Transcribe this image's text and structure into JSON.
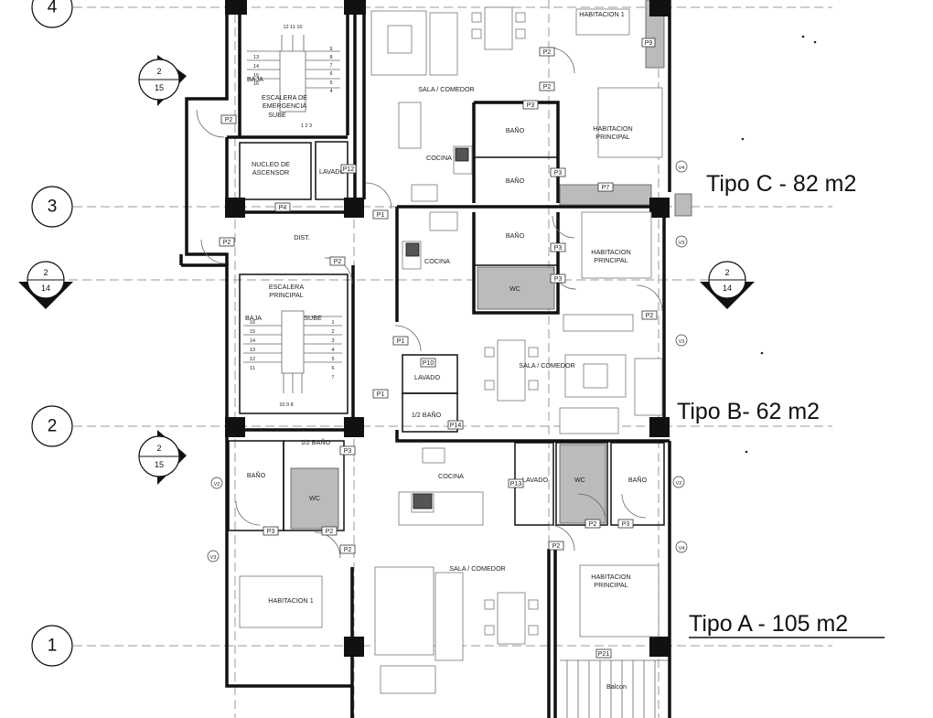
{
  "grid_axes": [
    "4",
    "3",
    "2",
    "1"
  ],
  "section_marks": [
    {
      "top": "2",
      "bottom": "15"
    },
    {
      "top": "2",
      "bottom": "14"
    },
    {
      "top": "2",
      "bottom": "14"
    },
    {
      "top": "2",
      "bottom": "15"
    }
  ],
  "unit_labels": {
    "tipo_c": "Tipo C - 82 m2",
    "tipo_b": "Tipo B- 62 m2",
    "tipo_a": "Tipo A - 105 m2"
  },
  "rooms": {
    "habitacion_1_top": "HABITACION 1",
    "sala_comedor_top": "SALA / COMEDOR",
    "bano_c1": "BAÑO",
    "bano_c2": "BAÑO",
    "habitacion_principal_c": [
      "HABITACION",
      "PRINCIPAL"
    ],
    "cocina_c": "COCINA",
    "escalera_emergencia": [
      "ESCALERA DE",
      "EMERGENCIA"
    ],
    "baja_emergencia": "BAJA",
    "sube_emergencia": "SUBE",
    "nucleo_ascensor": [
      "NUCLEO DE",
      "ASCENSOR"
    ],
    "lavado_c": "LAVADO",
    "dist": "DIST.",
    "escalera_principal": [
      "ESCALERA",
      "PRINCIPAL"
    ],
    "baja_principal": "BAJA",
    "sube_principal": "SUBE",
    "bano_b": "BAÑO",
    "habitacion_principal_b": [
      "HABITACION",
      "PRINCIPAL"
    ],
    "cocina_b": "COCINA",
    "wc_b": "WC",
    "lavado_b": "LAVADO",
    "sala_comedor_b": "SALA / COMEDOR",
    "medio_bano_b": "1/2 BAÑO",
    "medio_bano_a": "1/2 BAÑO",
    "bano_a_left": "BAÑO",
    "wc_a_left": "WC",
    "cocina_a": "COCINA",
    "lavado_a": "LAVADO",
    "wc_a_right": "WC",
    "bano_a_right": "BAÑO",
    "habitacion_1_a": "HABITACION 1",
    "sala_comedor_a": "SALA / COMEDOR",
    "habitacion_principal_a": [
      "HABITACION",
      "PRINCIPAL"
    ],
    "balcon": "Balcon"
  },
  "door_tags": {
    "p2_top1": "P2",
    "p2_top2": "P2",
    "p3_c": "P3",
    "p3_c2": "P3",
    "p7": "P7",
    "p2_emerg": "P2",
    "p1_c": "P1",
    "p4": "P4",
    "p12": "P12",
    "p2_dist": "P2",
    "p2_dist2": "P2",
    "p3_b1": "P3",
    "p3_b2": "P3",
    "p2_b": "P2",
    "p1_b": "P1",
    "p10": "P10",
    "p1_b2": "P1",
    "p14": "P14",
    "p3_a1": "P3",
    "p3_a2": "P3",
    "p2_a1": "P2",
    "p2_a2": "P2",
    "p13": "P13",
    "p2_a3": "P2",
    "p3_a3": "P3",
    "p2_a4": "P2",
    "p21": "P21",
    "p9": "P9"
  },
  "window_tags": {
    "v4_top": "V4",
    "v3_b1": "V3",
    "v3_b2": "V3",
    "v2_left": "V2",
    "v3_left": "V3",
    "v2_right": "V2",
    "v4_right": "V4"
  },
  "stair_numbers": {
    "emerg_top": "12 11 10",
    "emerg_right": [
      "9",
      "8",
      "7",
      "6",
      "5",
      "4"
    ],
    "emerg_left": [
      "13",
      "14",
      "15",
      "16"
    ],
    "emerg_bottom": "1 2 3",
    "princ_left": [
      "16",
      "15",
      "14",
      "13",
      "12",
      "11"
    ],
    "princ_right": [
      "1",
      "2",
      "3",
      "4",
      "5",
      "6",
      "7"
    ],
    "princ_bottom": "10 9 8"
  }
}
